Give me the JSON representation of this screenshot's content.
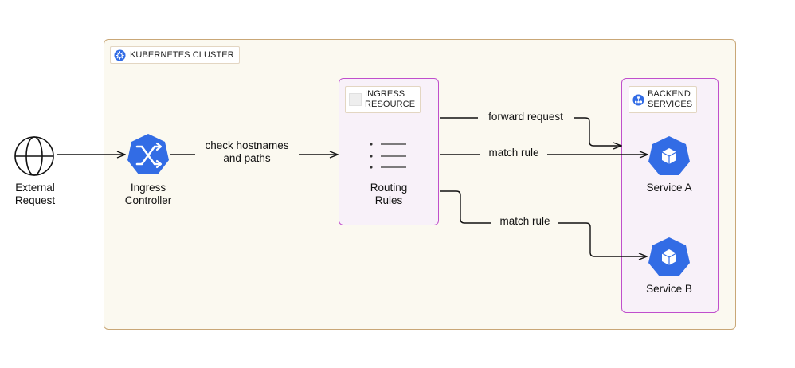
{
  "cluster": {
    "label": "KUBERNETES CLUSTER"
  },
  "nodes": {
    "external": {
      "label": "External\nRequest"
    },
    "controller": {
      "label": "Ingress\nController"
    },
    "ingress_resource": {
      "label": "INGRESS\nRESOURCE"
    },
    "routing_rules": {
      "label": "Routing\nRules"
    },
    "backend": {
      "label": "BACKEND\nSERVICES"
    },
    "service_a": {
      "label": "Service A"
    },
    "service_b": {
      "label": "Service B"
    }
  },
  "edges": {
    "check": "check hostnames\nand paths",
    "forward": "forward request",
    "match_a": "match rule",
    "match_b": "match rule"
  },
  "colors": {
    "k8s_blue": "#326ce5",
    "group_border": "#c04fcc",
    "cluster_border": "#c9a777"
  }
}
